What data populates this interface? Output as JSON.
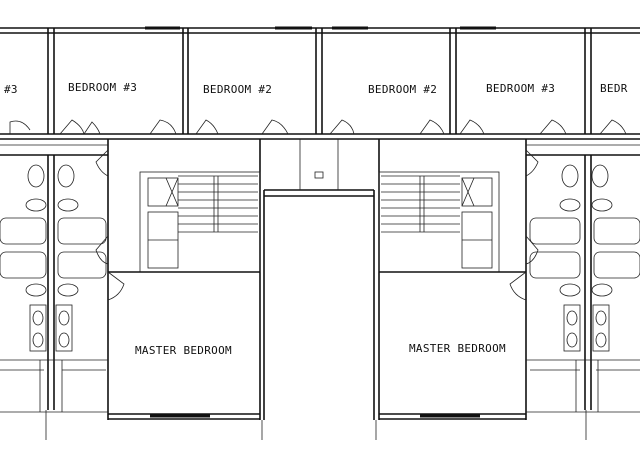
{
  "rooms": {
    "bedroom3_far_left": "#3",
    "bedroom3_left": "BEDROOM #3",
    "bedroom2_left": "BEDROOM #2",
    "bedroom2_right": "BEDROOM #2",
    "bedroom3_right": "BEDROOM #3",
    "bedroom_far_right": "BEDR",
    "master_left": "MASTER BEDROOM",
    "master_right": "MASTER BEDROOM"
  }
}
